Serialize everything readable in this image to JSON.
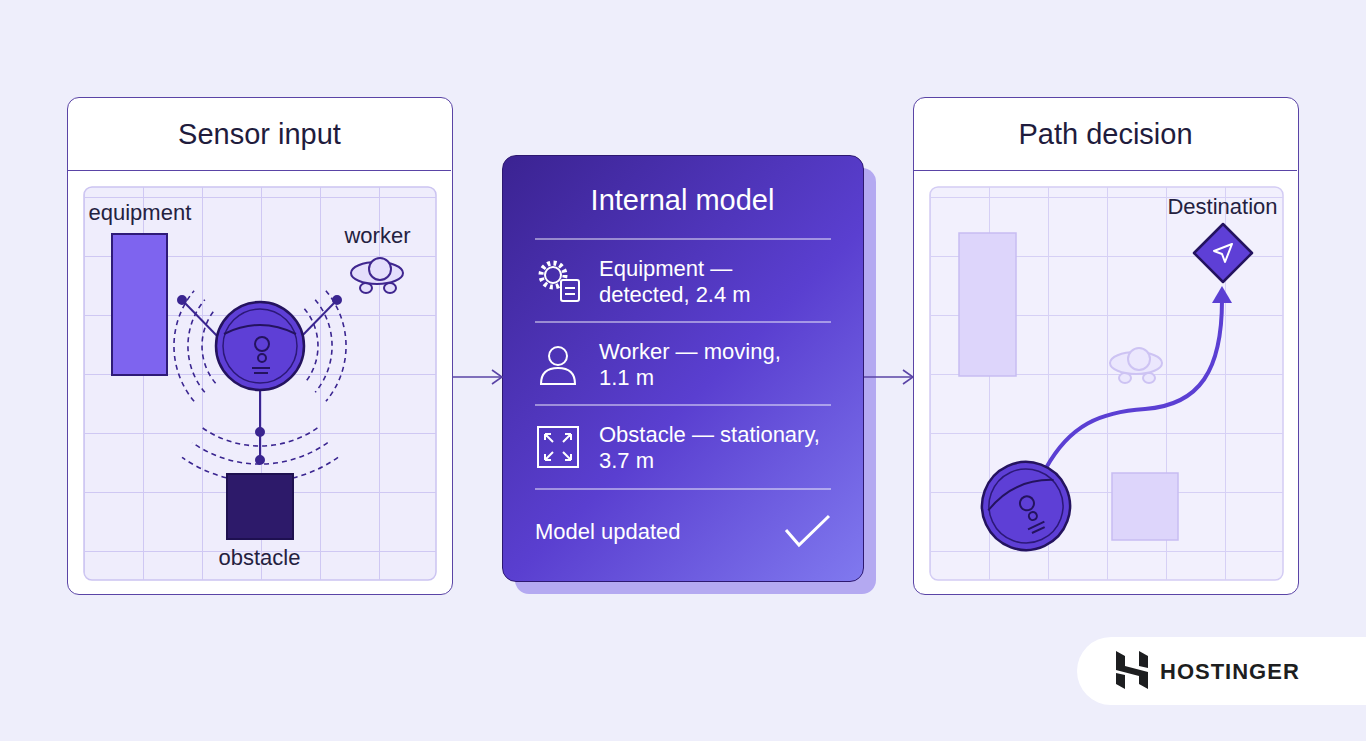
{
  "diagram": {
    "nodes": [
      {
        "text": [
          "Sensor input"
        ]
      },
      {
        "text": [
          "equipment"
        ],
        "in": 0
      },
      {
        "text": [
          "worker"
        ],
        "in": 0
      },
      {
        "text": [
          "obstacle"
        ],
        "in": 0
      },
      {
        "text": [
          "Internal model",
          "Equipment — detected, 2.4 m",
          "Worker — moving, 1.1 m",
          "Obstacle — stationary, 3.7 m",
          "Model updated"
        ]
      },
      {
        "text": [
          "Path decision"
        ]
      },
      {
        "text": [
          "Destination"
        ],
        "in": 5
      }
    ],
    "edges": [
      {
        "from": 0,
        "to": 4,
        "arrow": "to"
      },
      {
        "from": 4,
        "to": 5,
        "arrow": "to"
      }
    ],
    "labels": [
      "HOSTINGER"
    ]
  }
}
